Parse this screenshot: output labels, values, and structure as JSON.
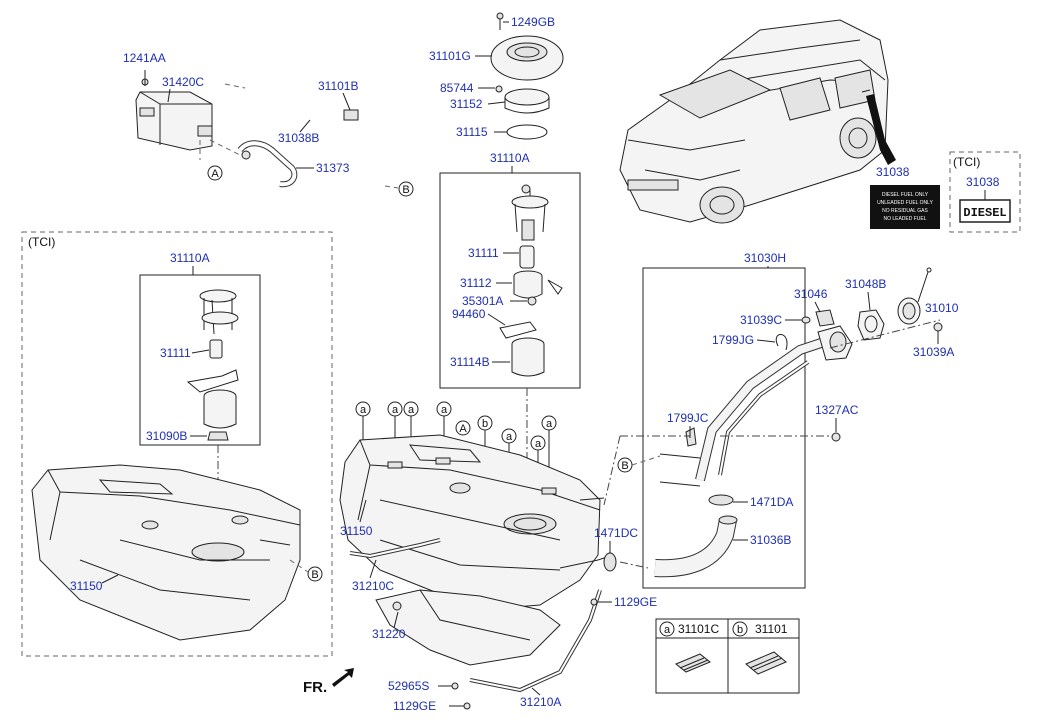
{
  "labels": {
    "l_1241AA": "1241AA",
    "l_31420C": "31420C",
    "l_31101B": "31101B",
    "l_31038B": "31038B",
    "l_31373": "31373",
    "l_1249GB": "1249GB",
    "l_31101G": "31101G",
    "l_85744": "85744",
    "l_31152": "31152",
    "l_31115": "31115",
    "l_31110A_top": "31110A",
    "l_31111_top": "31111",
    "l_31112": "31112",
    "l_35301A": "35301A",
    "l_94460": "94460",
    "l_31114B": "31114B",
    "l_31038": "31038",
    "l_31038_tci": "31038",
    "l_31030H": "31030H",
    "l_31046": "31046",
    "l_31048B": "31048B",
    "l_31010": "31010",
    "l_31039C": "31039C",
    "l_1799JG": "1799JG",
    "l_31039A": "31039A",
    "l_1799JC": "1799JC",
    "l_1327AC": "1327AC",
    "l_1471DA": "1471DA",
    "l_31036B": "31036B",
    "l_1471DC": "1471DC",
    "l_31110A_left": "31110A",
    "l_31111_left": "31111",
    "l_31090B": "31090B",
    "l_31150_left": "31150",
    "l_31150_mid": "31150",
    "l_31210C": "31210C",
    "l_31220": "31220",
    "l_1129GE_right": "1129GE",
    "l_52965S": "52965S",
    "l_1129GE_bottom": "1129GE",
    "l_31210A": "31210A",
    "l_31101C": "31101C",
    "l_31101": "31101"
  },
  "tci_left": "(TCI)",
  "tci_right": "(TCI)",
  "diesel_badge": "DIESEL",
  "fr_label": "FR.",
  "callouts": {
    "a": "a",
    "b": "b",
    "A": "A",
    "B": "B"
  },
  "fuel_label_sticker_lines": [
    "DIESEL FUEL ONLY",
    "UNLEADED FUEL ONLY",
    "NO RESIDUAL GAS",
    "NO LEADED FUEL"
  ]
}
